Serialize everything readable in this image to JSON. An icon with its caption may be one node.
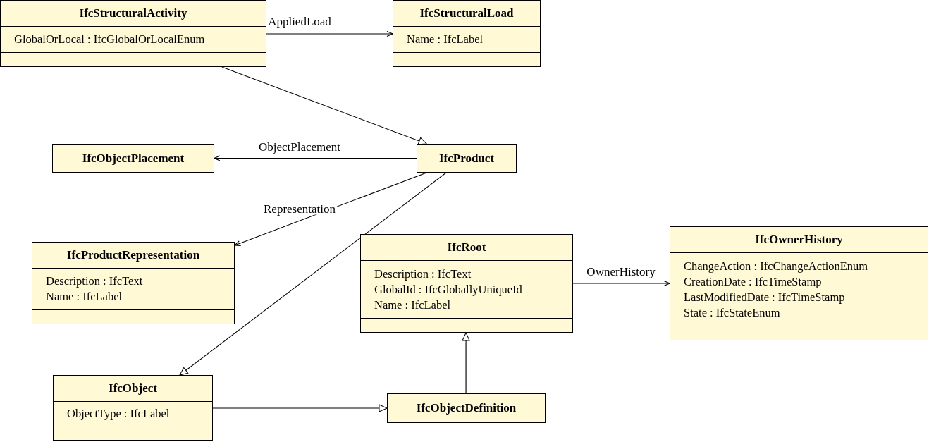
{
  "diagram": {
    "nodes": [
      {
        "text": [
          "IfcStructuralActivity",
          "GlobalOrLocal : IfcGlobalOrLocalEnum"
        ]
      },
      {
        "text": [
          "IfcStructuralLoad",
          "Name : IfcLabel"
        ]
      },
      {
        "text": [
          "IfcObjectPlacement"
        ]
      },
      {
        "text": [
          "IfcProduct"
        ]
      },
      {
        "text": [
          "IfcProductRepresentation",
          "Description : IfcText",
          "Name : IfcLabel"
        ]
      },
      {
        "text": [
          "IfcRoot",
          "Description : IfcText",
          "GlobalId : IfcGloballyUniqueId",
          "Name : IfcLabel"
        ]
      },
      {
        "text": [
          "IfcOwnerHistory",
          "ChangeAction : IfcChangeActionEnum",
          "CreationDate : IfcTimeStamp",
          "LastModifiedDate : IfcTimeStamp",
          "State : IfcStateEnum"
        ]
      },
      {
        "text": [
          "IfcObject",
          "ObjectType : IfcLabel"
        ]
      },
      {
        "text": [
          "IfcObjectDefinition"
        ]
      }
    ],
    "edges": [
      {
        "from": 0,
        "to": 1,
        "arrow": "to",
        "label": "AppliedLoad"
      },
      {
        "from": 0,
        "to": 3,
        "arrow": "to"
      },
      {
        "from": 3,
        "to": 2,
        "arrow": "to",
        "label": "ObjectPlacement"
      },
      {
        "from": 3,
        "to": 4,
        "arrow": "to",
        "label": "Representation"
      },
      {
        "from": 3,
        "to": 7,
        "arrow": "to"
      },
      {
        "from": 5,
        "to": 6,
        "arrow": "to",
        "label": "OwnerHistory"
      },
      {
        "from": 7,
        "to": 8,
        "arrow": "to"
      },
      {
        "from": 8,
        "to": 5,
        "arrow": "to"
      }
    ]
  }
}
